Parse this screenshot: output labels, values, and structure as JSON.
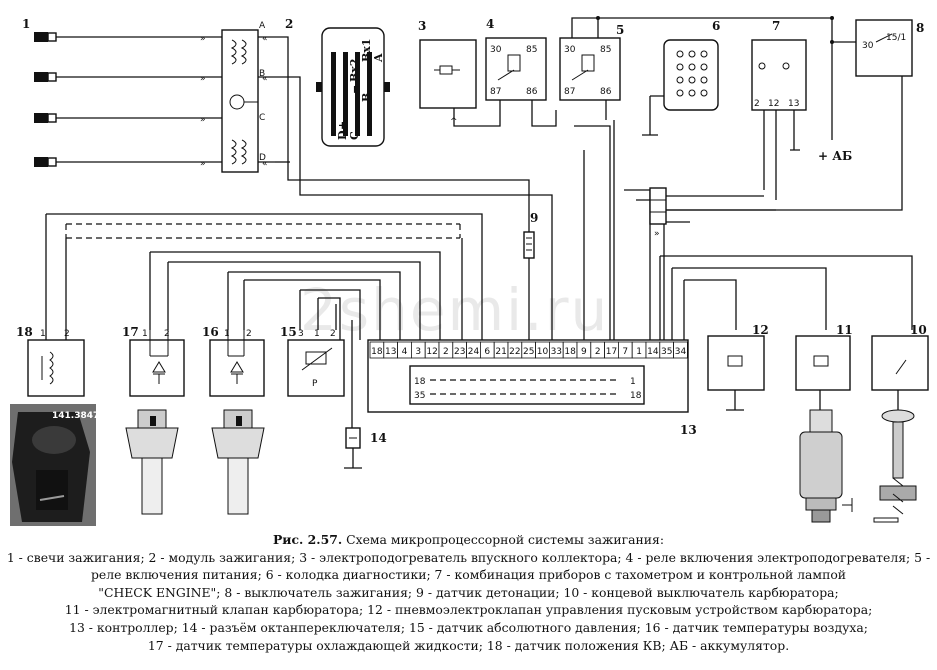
{
  "figure": {
    "watermark": "2shemi.ru",
    "sensor_part_number": "141.3847",
    "title_prefix": "Рис. 2.57.",
    "title": "Схема микропроцессорной системы зажигания:",
    "legend_lines": [
      "1 - свечи зажигания; 2 - модуль зажигания; 3 - электроподогреватель впускного коллектора; 4 - реле включения электроподогревателя; 5 - реле включения питания; 6 - колодка диагностики; 7 - комбинация приборов с тахометром и контрольной лампой",
      "\"CHECK ENGINE\"; 8 - выключатель зажигания; 9 - датчик детонации;  10 - концевой выключатель карбюратора;",
      "11 - электромагнитный клапан карбюратора; 12 - пневмоэлектроклапан управления пусковым устройством карбюратора;",
      "13 - контроллер; 14 - разъём октанпереключателя; 15 - датчик абсолютного давления; 16 - датчик температуры воздуха;",
      "17 - датчик температуры охлаждающей жидкости; 18 - датчик положения КВ; АБ - аккумулятор."
    ]
  },
  "components": {
    "n1": "1",
    "n2": "2",
    "n3": "3",
    "n4": "4",
    "n5": "5",
    "n6": "6",
    "n7": "7",
    "n8": "8",
    "n9": "9",
    "n10": "10",
    "n11": "11",
    "n12": "12",
    "n13": "13",
    "n14": "14",
    "n15": "15",
    "n16": "16",
    "n17": "17",
    "n18": "18"
  },
  "module_terminals": [
    "A",
    "B",
    "C",
    "D"
  ],
  "connector": {
    "pins": [
      "A",
      "B",
      "C",
      "D"
    ],
    "labels": [
      "Вх1",
      "Вх2",
      "−",
      "+"
    ]
  },
  "relay4": {
    "t30": "30",
    "t85": "85",
    "t87": "87",
    "t86": "86"
  },
  "relay5": {
    "t30": "30",
    "t85": "85",
    "t87": "87",
    "t86": "86"
  },
  "cluster_pins": [
    "2",
    "12",
    "13"
  ],
  "switch8": {
    "t30": "30",
    "t15": "15/1"
  },
  "battery_label": "+ АБ",
  "controller_pins": [
    "18",
    "13",
    "4",
    "3",
    "12",
    "2",
    "23",
    "24",
    "6",
    "21",
    "22",
    "25",
    "10",
    "33",
    "18",
    "9",
    "2",
    "17",
    "7",
    "1",
    "14",
    "35",
    "34"
  ],
  "controller_rows": {
    "row1_left": "18",
    "row1_right": "1",
    "row2_left": "35",
    "row2_right": "18"
  },
  "sensor_pins": {
    "s18": [
      "1",
      "2"
    ],
    "s17": [
      "1",
      "2"
    ],
    "s16": [
      "1",
      "2"
    ],
    "s15": [
      "3",
      "1",
      "2"
    ],
    "map_letter": "P"
  }
}
